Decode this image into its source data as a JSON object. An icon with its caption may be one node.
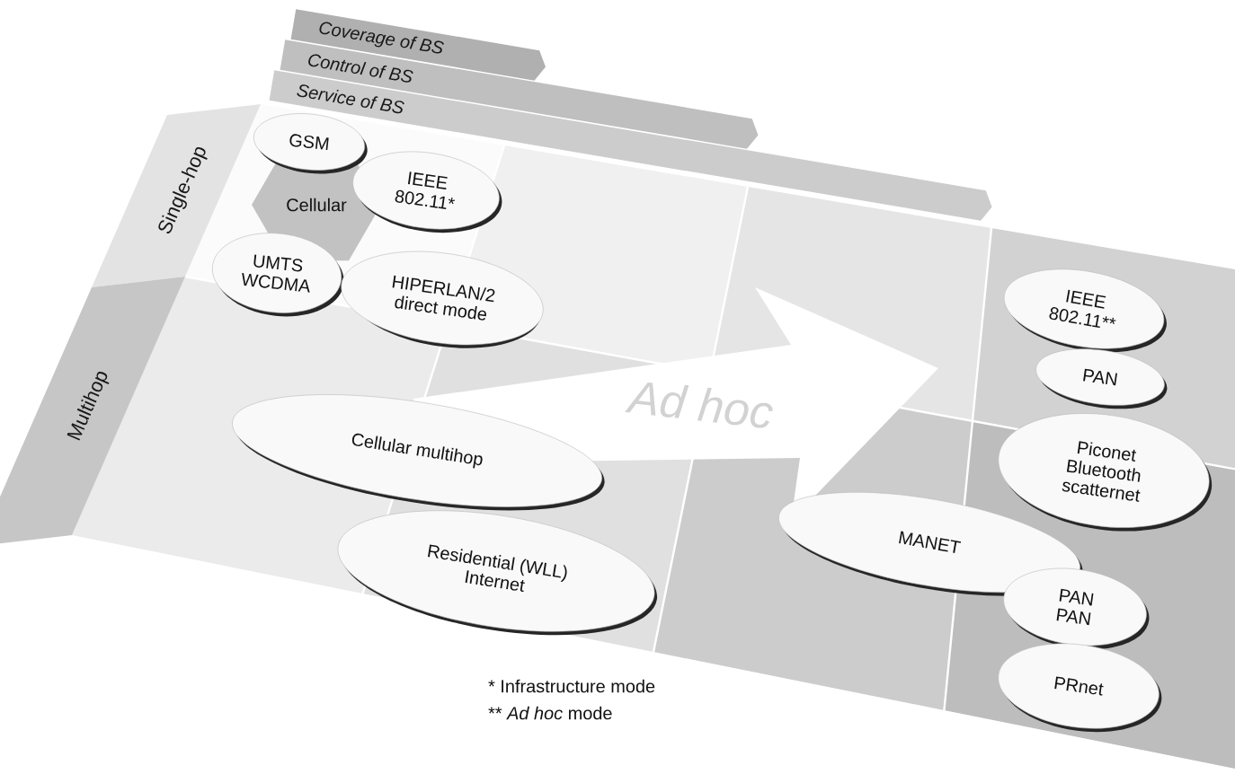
{
  "diagram": {
    "nodes": [
      {
        "text": [
          "Coverage of BS"
        ]
      },
      {
        "text": [
          "Control of BS"
        ]
      },
      {
        "text": [
          "Service of BS"
        ]
      },
      {
        "text": [
          "Single-hop"
        ]
      },
      {
        "text": [
          "GSM"
        ]
      },
      {
        "text": [
          "IEEE 802.11*"
        ]
      },
      {
        "text": [
          "Cellular"
        ]
      },
      {
        "text": [
          "UMTS WCDMA"
        ]
      },
      {
        "text": [
          "HIPERLAN/2 direct mode"
        ]
      },
      {
        "text": [
          "IEEE 802.11**"
        ]
      },
      {
        "text": [
          "PAN"
        ]
      },
      {
        "text": [
          "Multihop"
        ]
      },
      {
        "text": [
          "Ad hoc"
        ]
      },
      {
        "text": [
          "Cellular multihop"
        ]
      },
      {
        "text": [
          "Piconet Bluetooth scatternet"
        ]
      },
      {
        "text": [
          "MANET"
        ]
      },
      {
        "text": [
          "Residential (WLL) Internet"
        ]
      },
      {
        "text": [
          "PAN PAN"
        ]
      },
      {
        "text": [
          "PRnet"
        ]
      }
    ],
    "labels": [
      "* Infrastructure mode",
      "** *Ad hoc* mode"
    ]
  }
}
